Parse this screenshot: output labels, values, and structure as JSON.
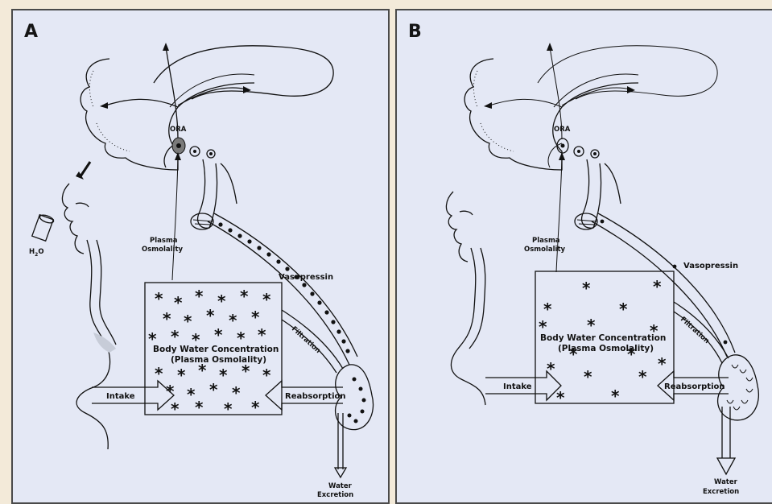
{
  "panels": [
    {
      "id": "A",
      "letter": "A",
      "labels": {
        "ora": "ORA",
        "plasma_osmolality": [
          "Plasma",
          "Osmolality"
        ],
        "vasopressin": "Vasopressin",
        "body_water": [
          "Body Water Concentration",
          "(Plasma Osmolality)"
        ],
        "filtration": "Filtration",
        "intake": "Intake",
        "reabsorption": "Reabsorption",
        "water_excretion": [
          "Water",
          "Excretion"
        ],
        "h2o": "H",
        "h2o_sub": "2",
        "h2o_end": "O"
      },
      "osmolyte_level": "high",
      "vasopressin_level": "high",
      "water_excretion_level": "low"
    },
    {
      "id": "B",
      "letter": "B",
      "labels": {
        "ora": "ORA",
        "plasma_osmolality": [
          "Plasma",
          "Osmolality"
        ],
        "vasopressin": "Vasopressin",
        "body_water": [
          "Body Water Concentration",
          "(Plasma Osmolality)"
        ],
        "filtration": "Filtration",
        "intake": "Intake",
        "reabsorption": "Reabsorption",
        "water_excretion": [
          "Water",
          "Excretion"
        ]
      },
      "osmolyte_level": "low",
      "vasopressin_level": "low",
      "water_excretion_level": "high"
    }
  ],
  "colors": {
    "panel_bg": "#e4e8f5",
    "page_bg": "#f3ead9",
    "ink": "#111111"
  }
}
